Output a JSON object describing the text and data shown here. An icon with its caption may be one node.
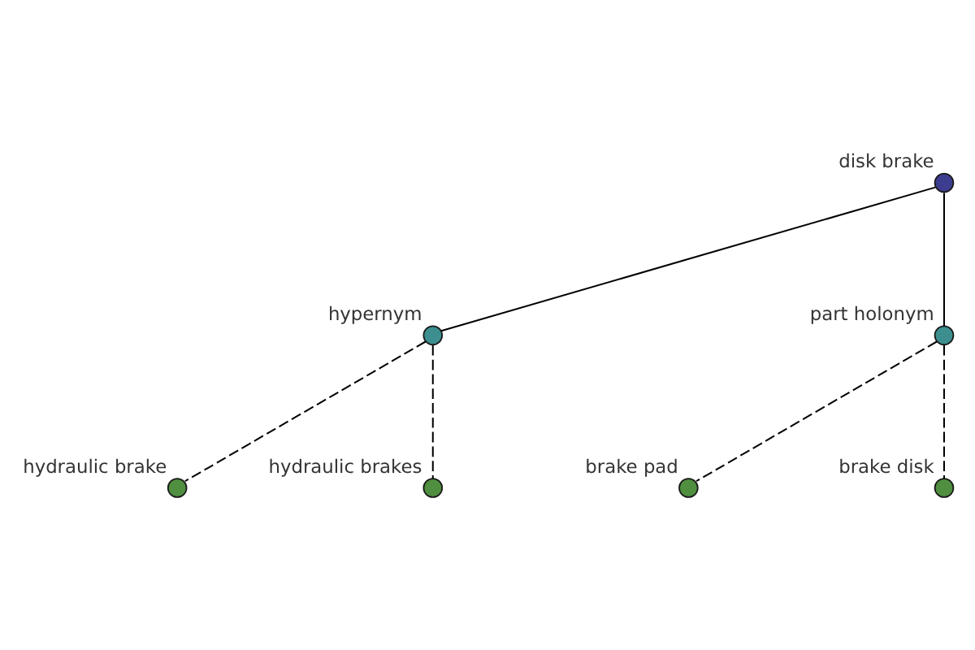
{
  "diagram": {
    "nodes": [
      {
        "text": [],
        "shape": "circle",
        "beside": [
          "disk brake"
        ]
      },
      {
        "text": [],
        "shape": "circle",
        "beside": [
          "hypernym"
        ]
      },
      {
        "text": [],
        "shape": "circle",
        "beside": [
          "part holonym"
        ]
      },
      {
        "text": [],
        "shape": "circle",
        "beside": [
          "hydraulic brake"
        ]
      },
      {
        "text": [],
        "shape": "circle",
        "beside": [
          "hydraulic brakes"
        ]
      },
      {
        "text": [],
        "shape": "circle",
        "beside": [
          "brake pad"
        ]
      },
      {
        "text": [],
        "shape": "circle",
        "beside": [
          "brake disk"
        ]
      }
    ],
    "edges": [
      {
        "from": 0,
        "to": 1,
        "arrow": "none"
      },
      {
        "from": 0,
        "to": 2,
        "arrow": "none"
      },
      {
        "from": 1,
        "to": 3,
        "arrow": "none",
        "style": "dashed"
      },
      {
        "from": 1,
        "to": 4,
        "arrow": "none",
        "style": "dashed"
      },
      {
        "from": 2,
        "to": 5,
        "arrow": "none",
        "style": "dashed"
      },
      {
        "from": 2,
        "to": 6,
        "arrow": "none",
        "style": "dashed"
      }
    ]
  }
}
